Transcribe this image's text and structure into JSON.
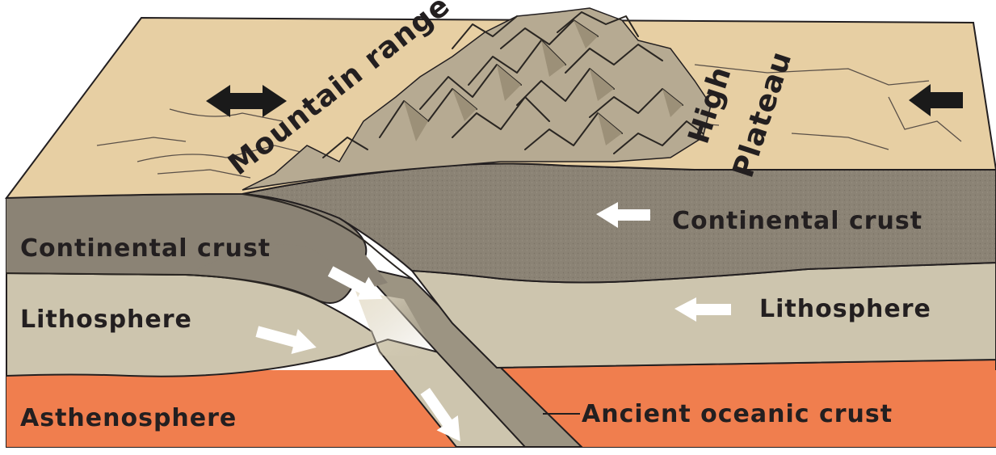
{
  "labels": {
    "mountain_range": "Mountain range",
    "high": "High",
    "plateau": "Plateau",
    "continental_crust_right": "Continental crust",
    "continental_crust_left": "Continental crust",
    "lithosphere_left": "Lithosphere",
    "lithosphere_right": "Lithosphere",
    "asthenosphere": "Asthenosphere",
    "ancient_oceanic_crust": "Ancient oceanic crust"
  },
  "colors": {
    "land_surface": "#e7cfa3",
    "continental_crust": "#8b8375",
    "lithosphere": "#cdc5ae",
    "asthenosphere": "#f07e4e",
    "mountains": "#b6aa92",
    "arrow_black": "#1a1a1a",
    "arrow_white": "#ffffff"
  },
  "icons": {
    "left_arrow": "double-arrow-left-right-icon",
    "right_arrow": "left-arrow-icon",
    "motion_arrows": "white-arrow-icon"
  }
}
